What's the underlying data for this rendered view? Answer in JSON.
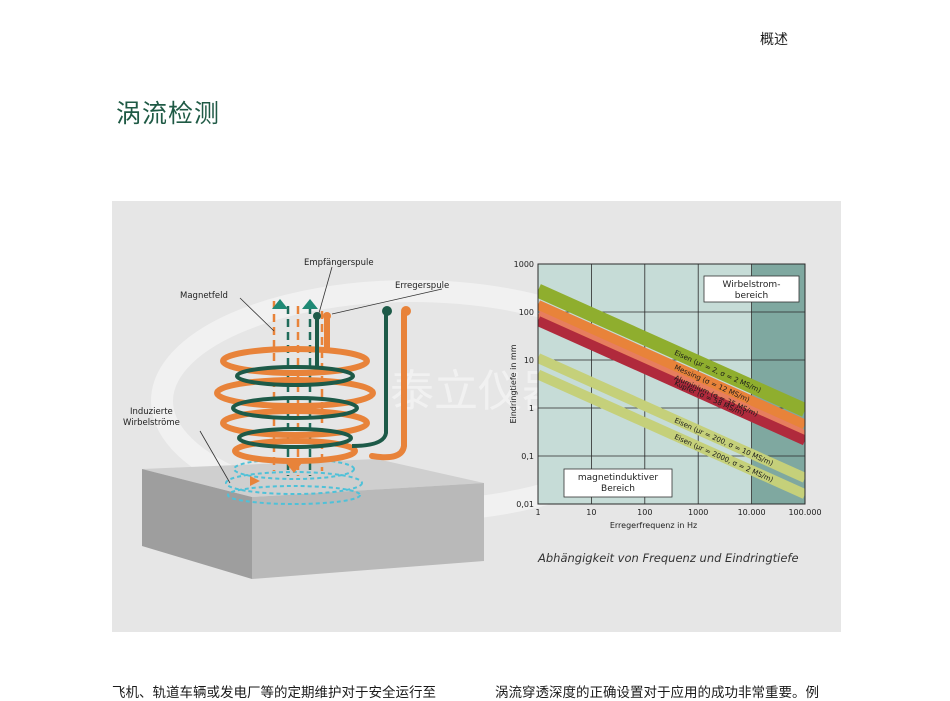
{
  "header": {
    "section_label": "概述"
  },
  "page": {
    "title": "涡流检测"
  },
  "figure": {
    "diagram": {
      "label_receiver_coil": "Empfängerspule",
      "label_exciter_coil": "Erregerspule",
      "label_magnetic_field": "Magnetfeld",
      "label_eddy_currents_line1": "Induzierte",
      "label_eddy_currents_line2": "Wirbelströme"
    },
    "watermark": "泰立仪器",
    "caption": "Abhängigkeit von Frequenz und Eindringtiefe",
    "colors": {
      "green": "#8fae2e",
      "orange": "#e8833a",
      "salmon": "#e77d5e",
      "red": "#b02a3c",
      "olive": "#c5d07a",
      "teal_bg": "#c6dcd7",
      "teal_dark": "#7fa8a0"
    }
  },
  "chart_data": {
    "type": "line",
    "xscale": "log",
    "yscale": "log",
    "xlabel": "Erregerfrequenz in Hz",
    "ylabel": "Eindringtiefe in mm",
    "xlim": [
      1,
      100000
    ],
    "ylim": [
      0.01,
      1000
    ],
    "x_tick_labels": [
      "1",
      "10",
      "100",
      "1000",
      "10.000",
      "100.000"
    ],
    "y_tick_labels": [
      "1000",
      "100",
      "10",
      "1",
      "0,1",
      "0,01"
    ],
    "region_eddy_line1": "Wirbelstrom-",
    "region_eddy_line2": "bereich",
    "region_magnetic_line1": "magnetinduktiver",
    "region_magnetic_line2": "Bereich",
    "series": [
      {
        "name": "Eisen (μr = 2, σ = 2 MS/m)",
        "x": [
          1,
          100000
        ],
        "y": [
          280,
          0.9
        ]
      },
      {
        "name": "Messing (σ = 12 MS/m)",
        "x": [
          1,
          100000
        ],
        "y": [
          140,
          0.45
        ]
      },
      {
        "name": "Aluminium (σ = 35 MS/m)",
        "x": [
          1,
          100000
        ],
        "y": [
          85,
          0.27
        ]
      },
      {
        "name": "Kupfer (σ = 58 MS/m)",
        "x": [
          1,
          100000
        ],
        "y": [
          65,
          0.21
        ]
      },
      {
        "name": "Eisen (μr = 200, σ = 10 MS/m)",
        "x": [
          1,
          100000
        ],
        "y": [
          11,
          0.035
        ]
      },
      {
        "name": "Eisen (μr = 2000, σ = 2 MS/m)",
        "x": [
          1,
          100000
        ],
        "y": [
          5,
          0.016
        ]
      }
    ],
    "series_label_texts": [
      "Eisen (μr = 2, σ = 2 MS/m)",
      "Messing (σ = 12 MS/m)",
      "Aluminium (σ = 35 MS/m)",
      "Kupfer (σ = 58 MS/m)",
      "Eisen (μr = 200, σ = 10 MS/m)",
      "Eisen (μr = 2000, σ = 2 MS/m)"
    ]
  },
  "body": {
    "col_left": "飞机、轨道车辆或发电厂等的定期维护对于安全运行至",
    "col_right": "涡流穿透深度的正确设置对于应用的成功非常重要。例"
  }
}
